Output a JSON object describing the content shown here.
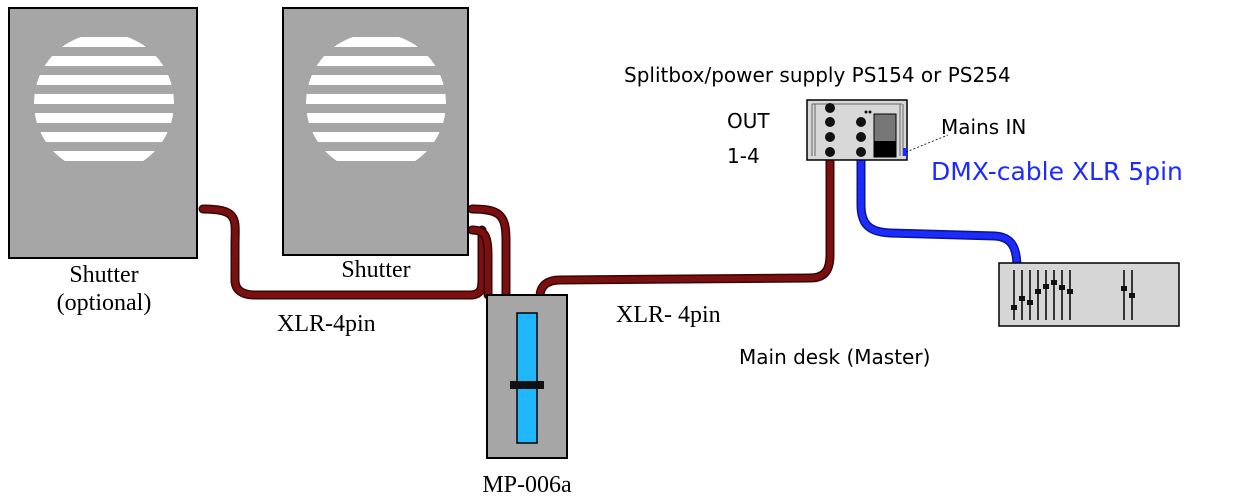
{
  "colors": {
    "background": "#ffffff",
    "device_gray": "#a6a6a6",
    "device_light": "#d6d6d6",
    "cable_xlr4": "#7a1010",
    "cable_dmx": "#1d2bff",
    "fader_track": "#1fb8ff",
    "label_dmx": "#1d2bff"
  },
  "icons": {
    "shutter": "shutter-icon",
    "panel": "mp006a-panel-icon",
    "splitbox": "splitbox-icon",
    "desk": "main-desk-icon"
  },
  "labels": {
    "shutter_optional_line1": "Shutter",
    "shutter_optional_line2": "(optional)",
    "shutter": "Shutter",
    "xlr_4pin_left": "XLR-4pin",
    "xlr_4pin_right": "XLR- 4pin",
    "mp006a": "MP-006a",
    "splitbox_title": "Splitbox/power supply PS154 or PS254",
    "out_line1": "OUT",
    "out_line2": "1-4",
    "mains_in": "Mains IN",
    "dmx_cable": "DMX-cable XLR 5pin",
    "main_desk": "Main desk (Master)"
  }
}
